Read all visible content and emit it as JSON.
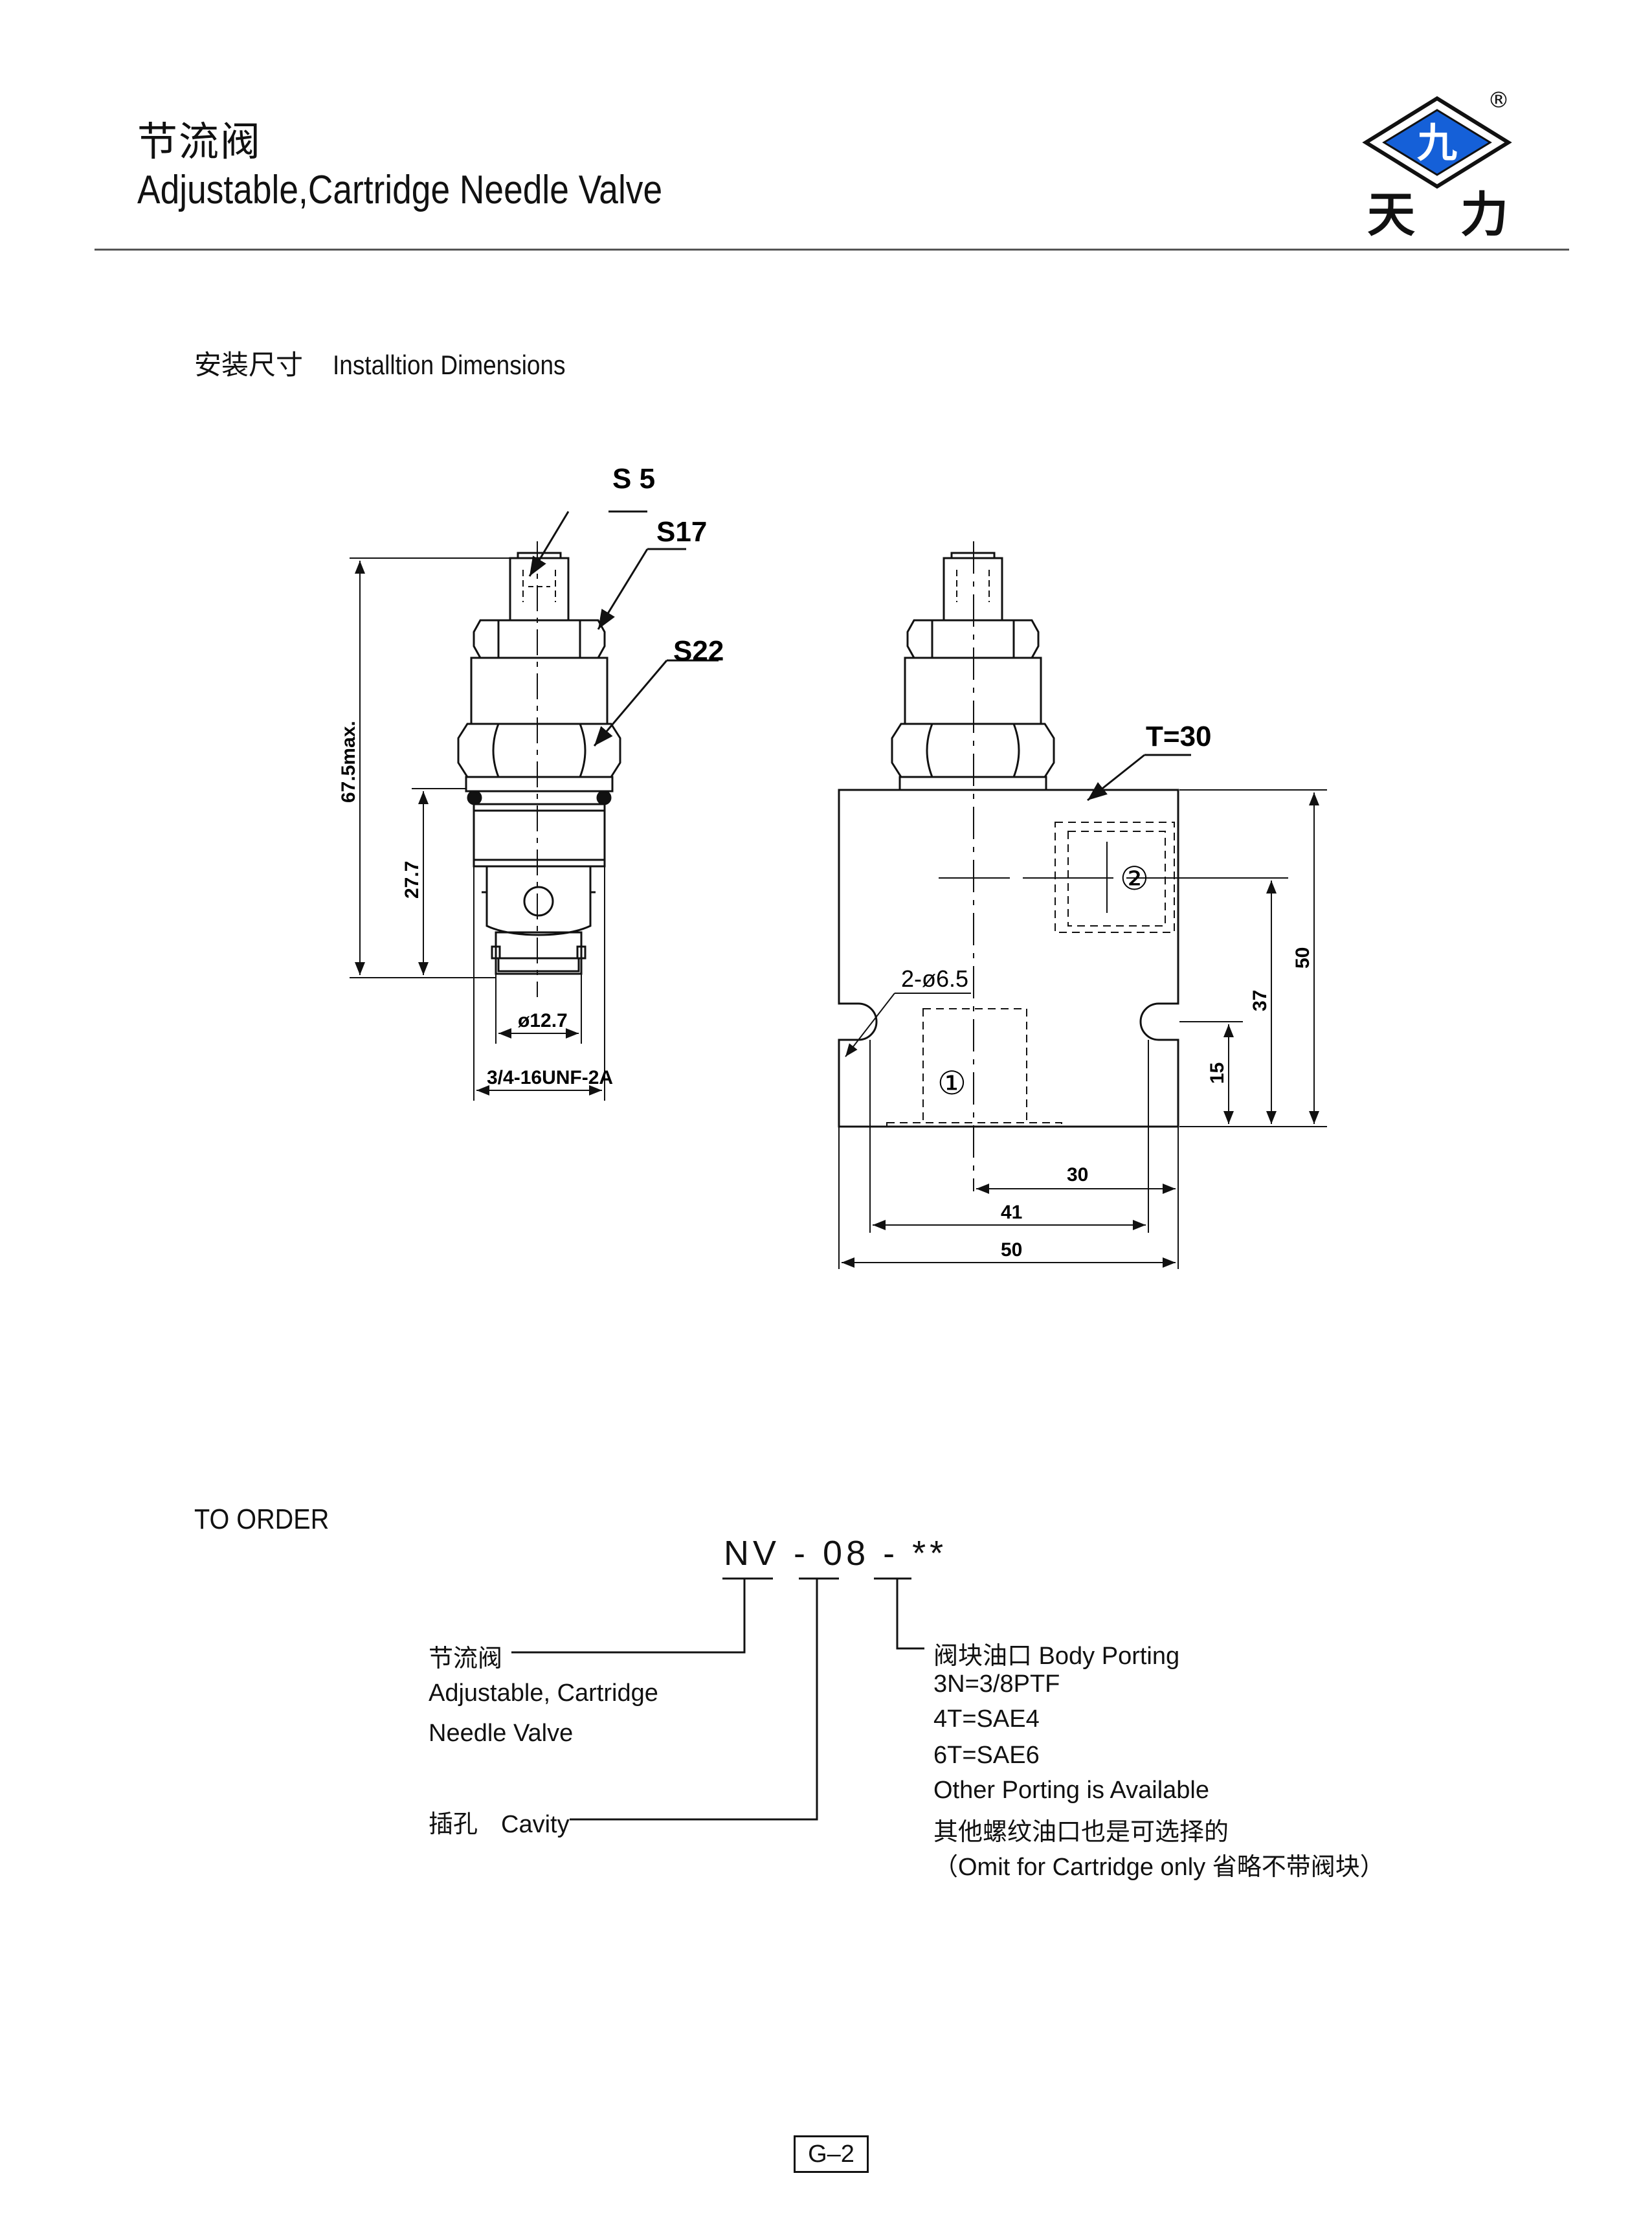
{
  "header": {
    "title_cn": "节流阀",
    "title_en": "Adjustable,Cartridge Needle Valve",
    "logo_text": "天力",
    "logo_glyph": "九",
    "registered_mark": "®"
  },
  "section": {
    "title_cn": "安装尺寸",
    "title_en": "Installtion Dimensions"
  },
  "drawing": {
    "cartridge": {
      "s5": "S 5",
      "s17": "S17",
      "s22": "S22",
      "height_max": "67.5max.",
      "thread_len": "27.7",
      "dia": "ø12.7",
      "thread": "3/4-16UNF-2A"
    },
    "block": {
      "thickness": "T=30",
      "hole": "2-ø6.5",
      "port1": "①",
      "port2": "②",
      "dim_50_v": "50",
      "dim_37": "37",
      "dim_15": "15",
      "dim_30": "30",
      "dim_41": "41",
      "dim_50_h": "50"
    }
  },
  "order": {
    "heading": "TO ORDER",
    "code": {
      "p1": "NV",
      "dash1": "-",
      "p2": "08",
      "dash2": "-",
      "p3": "**"
    },
    "left": {
      "name_cn": "节流阀",
      "name_en_1": "Adjustable, Cartridge",
      "name_en_2": "Needle Valve",
      "cavity_cn": "插孔",
      "cavity_en": "Cavity"
    },
    "right": {
      "porting_title": "阀块油口 Body Porting",
      "opt1": "3N=3/8PTF",
      "opt2": "4T=SAE4",
      "opt3": "6T=SAE6",
      "other_en": "Other Porting is Available",
      "other_cn": "其他螺纹油口也是可选择的",
      "omit": "（Omit for Cartridge only 省略不带阀块）"
    }
  },
  "footer": {
    "page": "G–2"
  },
  "colors": {
    "logo_blue": "#1560d8",
    "line": "#111111"
  }
}
